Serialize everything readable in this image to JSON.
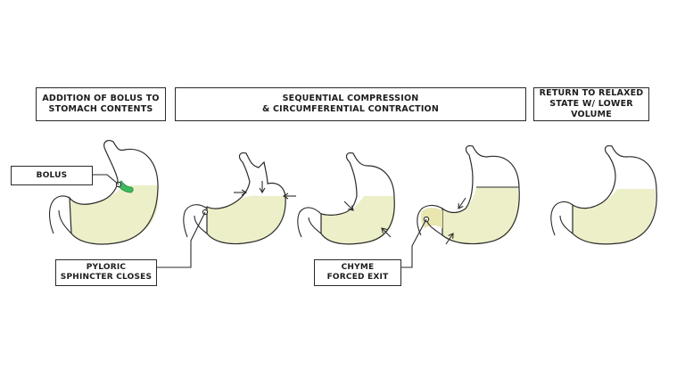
{
  "headers": {
    "addition": [
      "ADDITION OF BOLUS TO",
      "STOMACH CONTENTS"
    ],
    "compression": [
      "SEQUENTIAL COMPRESSION",
      "& CIRCUMFERENTIAL CONTRACTION"
    ],
    "relaxed": [
      "RETURN TO RELAXED",
      "STATE W/ LOWER VOLUME"
    ]
  },
  "labels": {
    "bolus": "BOLUS",
    "pyloric": [
      "PYLORIC",
      "SPHINCTER CLOSES"
    ],
    "chyme": [
      "CHYME",
      "FORCED EXIT"
    ]
  },
  "colors": {
    "stomach_fill": "#edefc8",
    "bolus": "#3dbb5c",
    "outline": "#2a2a2a",
    "chyme": "#e9e6b0"
  }
}
